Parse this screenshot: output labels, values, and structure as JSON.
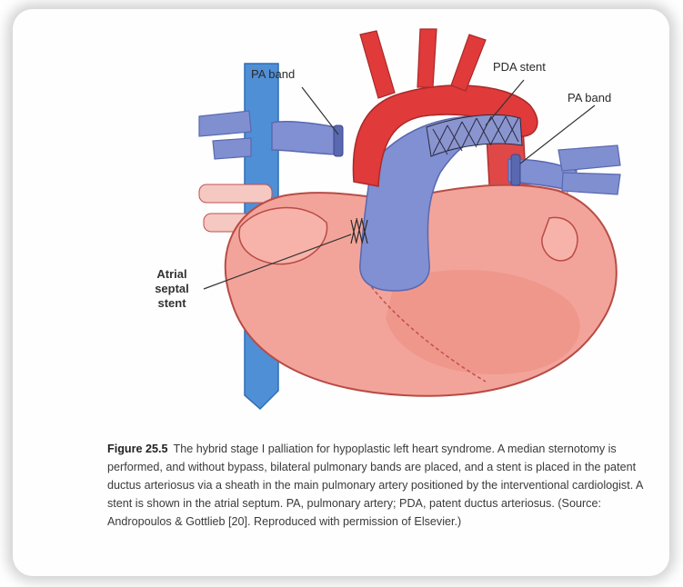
{
  "figure": {
    "labels": {
      "pa_band_left": "PA band",
      "pda_stent": "PDA stent",
      "pa_band_right": "PA band",
      "atrial_septal_stent_line1": "Atrial",
      "atrial_septal_stent_line2": "septal",
      "atrial_septal_stent_line3": "stent"
    },
    "colors": {
      "aorta_red": "#e03a3a",
      "pulmonary_blue": "#7f8fd0",
      "vein_blue": "#4f8fd6",
      "heart_pink": "#f3a49a",
      "heart_outline": "#c0504d"
    }
  },
  "caption": {
    "figure_number": "Figure 25.5",
    "text": "The hybrid stage I palliation for hypoplastic left heart syndrome. A median sternotomy is performed, and without bypass, bilateral pulmonary bands are placed, and a stent is placed in the patent ductus arteriosus via a sheath in the main pulmonary artery positioned by the interventional cardiologist. A stent is shown in the atrial septum. PA, pulmonary artery; PDA, patent ductus arteriosus. (Source: Andropoulos & Gottlieb [20]. Reproduced with permission of Elsevier.)"
  }
}
